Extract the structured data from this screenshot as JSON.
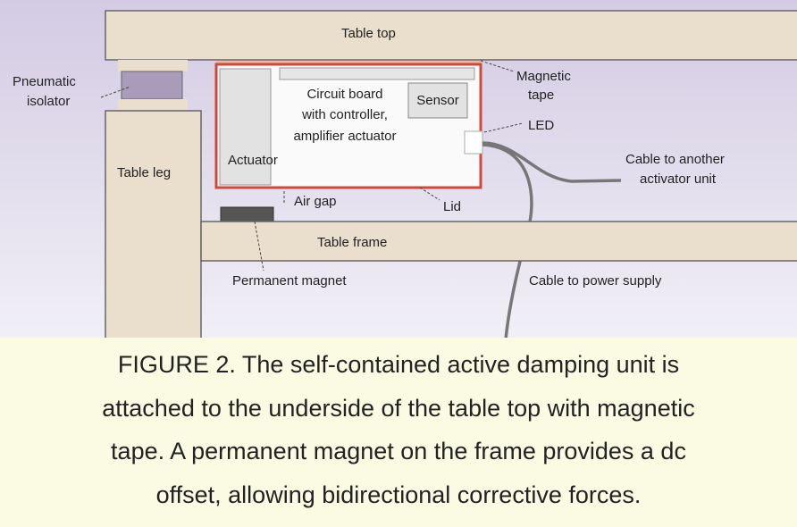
{
  "diagram": {
    "labels": {
      "table_top": "Table top",
      "pneumatic_isolator": [
        "Pneumatic",
        "isolator"
      ],
      "magnetic_tape": [
        "Magnetic",
        "tape"
      ],
      "led": "LED",
      "cable_to_another": [
        "Cable to another",
        "activator unit"
      ],
      "table_leg": "Table leg",
      "actuator": "Actuator",
      "circuit_board": [
        "Circuit board",
        "with controller,",
        "amplifier actuator"
      ],
      "sensor": "Sensor",
      "air_gap": "Air gap",
      "lid": "Lid",
      "table_frame": "Table frame",
      "permanent_magnet": "Permanent magnet",
      "cable_to_power": "Cable to power supply"
    },
    "colors": {
      "wood": "#e9dfcc",
      "isolator": "#a99cba",
      "lid": "#d04a3c",
      "magnet": "#555555",
      "background_top": "#d3cbe3",
      "background_bottom": "#f1eff6"
    }
  },
  "caption": {
    "lines": [
      "FIGURE 2. The self-contained active damping unit is",
      "attached to the underside of the table top with magnetic",
      "tape. A permanent magnet on the frame provides a dc",
      "offset, allowing bidirectional corrective forces."
    ]
  }
}
